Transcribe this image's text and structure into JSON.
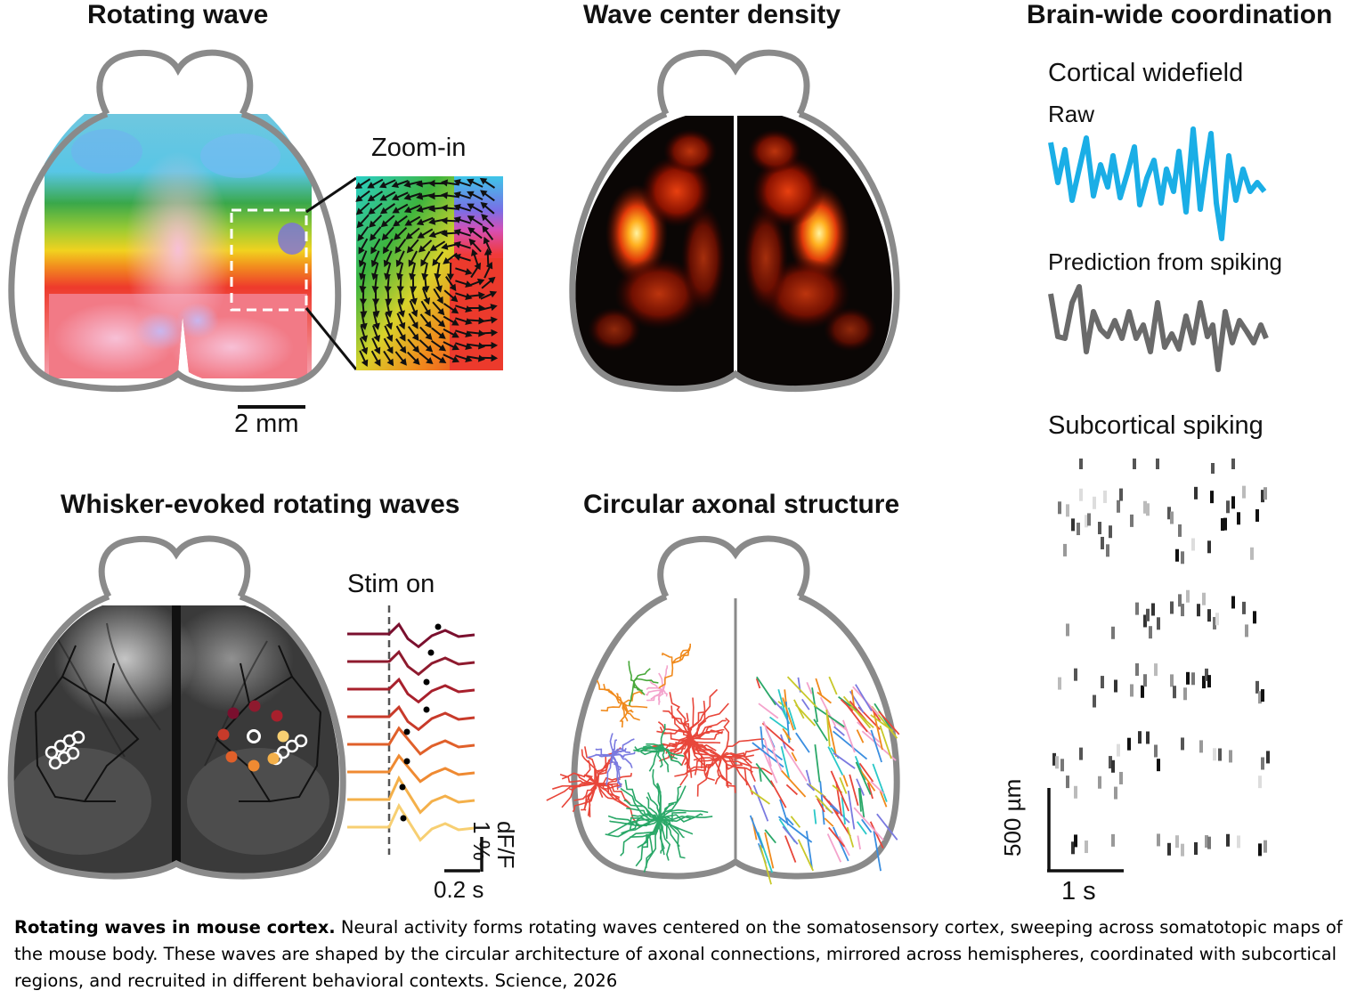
{
  "panels": {
    "rotating": {
      "title": "Rotating wave",
      "zoom_label": "Zoom-in",
      "scale_label": "2 mm"
    },
    "density": {
      "title": "Wave center density"
    },
    "brainwide": {
      "title": "Brain-wide coordination",
      "cortical_label": "Cortical widefield",
      "raw_label": "Raw",
      "prediction_label": "Prediction from spiking",
      "subcortical_label": "Subcortical spiking",
      "scale_y_label": "500 µm",
      "scale_x_label": "1 s"
    },
    "whisker": {
      "title": "Whisker-evoked rotating waves",
      "stim_label": "Stim on",
      "amp_label": "1 %",
      "unit_label": "dF/F",
      "time_label": "0.2 s"
    },
    "axonal": {
      "title": "Circular axonal structure"
    }
  },
  "colors": {
    "outline": "#8a8a8a",
    "raw_trace": "#1aaee6",
    "pred_trace": "#6a6a6a",
    "trace_colors": [
      "#7a0f2e",
      "#8e1a2e",
      "#a8202c",
      "#c83a2a",
      "#e0602a",
      "#ef8a32",
      "#f4b04a",
      "#f7cf72"
    ]
  },
  "caption": {
    "bold": "Rotating waves in mouse cortex.",
    "text": " Neural activity forms rotating waves centered on the somatosensory cortex, sweeping across somatotopic maps of the mouse body. These waves are shaped by the circular architecture of axonal connections, mirrored across hemispheres, coordinated with subcortical regions, and recruited in different behavioral contexts. Science, 2026"
  }
}
